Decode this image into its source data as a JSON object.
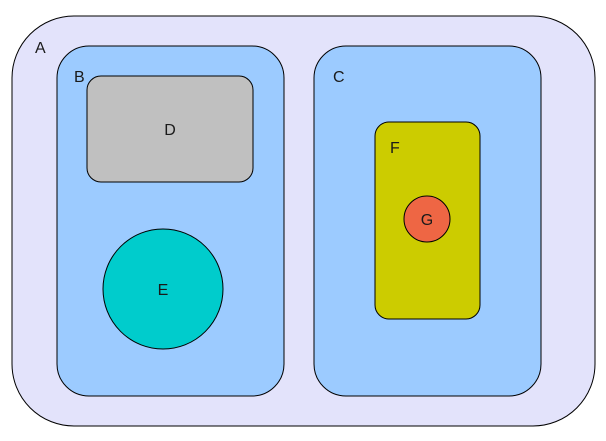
{
  "diagram": {
    "colors": {
      "outer_fill": "#e3e3fb",
      "container_fill": "#9ccbff",
      "gray_box_fill": "#c0c0c0",
      "teal_circle_fill": "#00cccc",
      "olive_box_fill": "#cccc00",
      "red_circle_fill": "#ee6644",
      "stroke": "#000000"
    },
    "shapes": {
      "A": {
        "label": "A",
        "kind": "rounded-rectangle"
      },
      "B": {
        "label": "B",
        "kind": "rounded-rectangle",
        "parent": "A"
      },
      "C": {
        "label": "C",
        "kind": "rounded-rectangle",
        "parent": "A"
      },
      "D": {
        "label": "D",
        "kind": "rounded-rectangle",
        "parent": "B"
      },
      "E": {
        "label": "E",
        "kind": "circle",
        "parent": "B"
      },
      "F": {
        "label": "F",
        "kind": "rounded-rectangle",
        "parent": "C"
      },
      "G": {
        "label": "G",
        "kind": "circle",
        "parent": "F"
      }
    }
  }
}
